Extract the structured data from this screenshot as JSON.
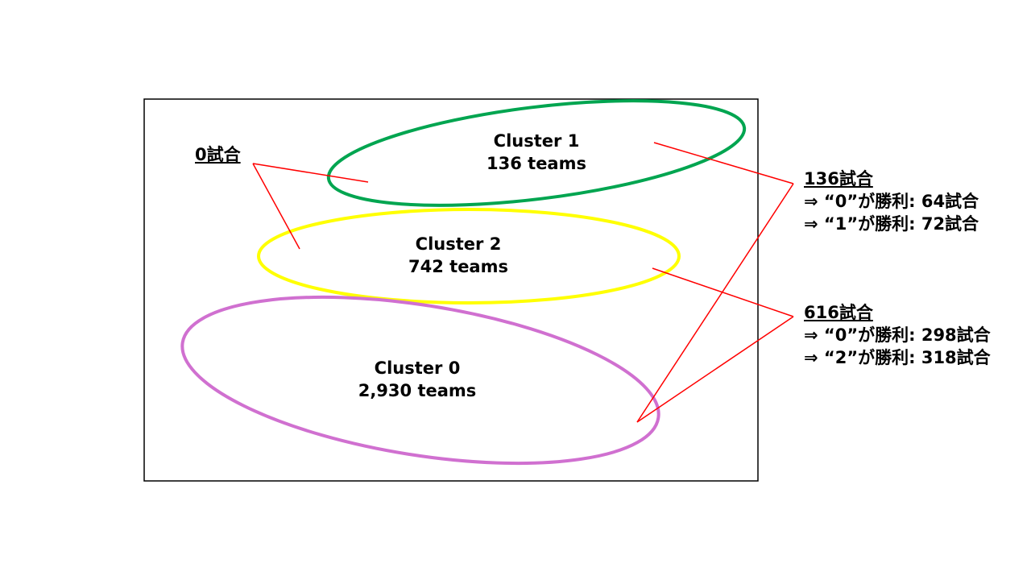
{
  "colors": {
    "frame": "#000000",
    "cluster_1": "#00a550",
    "cluster_2": "#ffff00",
    "cluster_0": "#d070d0",
    "connector": "#ff0000",
    "text": "#000000"
  },
  "clusters": [
    {
      "name": "Cluster 1",
      "count": "136 teams"
    },
    {
      "name": "Cluster 2",
      "count": "742 teams"
    },
    {
      "name": "Cluster 0",
      "count": "2,930 teams"
    }
  ],
  "annotations": {
    "zero": {
      "title": "0試合"
    },
    "c1_c0": {
      "title": "136試合",
      "lines": [
        "⇒ “0”が勝利: 64試合",
        "⇒ “1”が勝利: 72試合"
      ]
    },
    "c2_c0": {
      "title": "616試合",
      "lines": [
        "⇒ “0”が勝利: 298試合",
        "⇒ “2”が勝利: 318試合"
      ]
    }
  }
}
